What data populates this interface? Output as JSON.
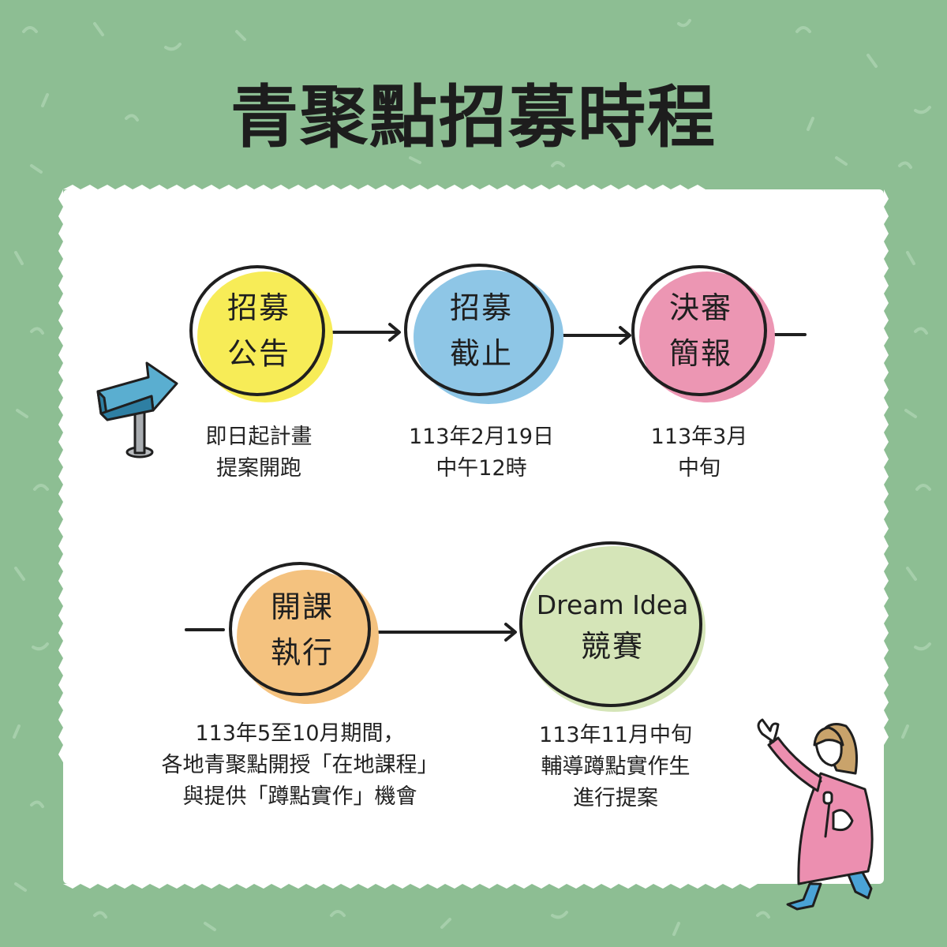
{
  "title": "青聚點招募時程",
  "colors": {
    "background": "#8dbe93",
    "card": "#ffffff",
    "ink": "#1f1f1f",
    "step_yellow": "#f7ec57",
    "step_blue": "#8ec6e6",
    "step_pink": "#ec96b3",
    "step_orange": "#f4c27f",
    "step_green": "#d5e5b8"
  },
  "steps": [
    {
      "line1": "招募",
      "line2": "公告",
      "desc_lines": [
        "即日起計畫",
        "提案開跑"
      ]
    },
    {
      "line1": "招募",
      "line2": "截止",
      "desc_lines": [
        "113年2月19日",
        "中午12時"
      ]
    },
    {
      "line1": "決審",
      "line2": "簡報",
      "desc_lines": [
        "113年3月",
        "中旬"
      ]
    },
    {
      "line1": "開課",
      "line2": "執行",
      "desc_lines": [
        "113年5至10月期間，",
        "各地青聚點開授「在地課程」",
        "與提供「蹲點實作」機會"
      ]
    },
    {
      "line1": "Dream Idea",
      "line2": "競賽",
      "desc_lines": [
        "113年11月中旬",
        "輔導蹲點實作生",
        "進行提案"
      ]
    }
  ],
  "icons": {
    "signpost": "signpost-arrow-icon",
    "person": "waving-person-illustration"
  }
}
